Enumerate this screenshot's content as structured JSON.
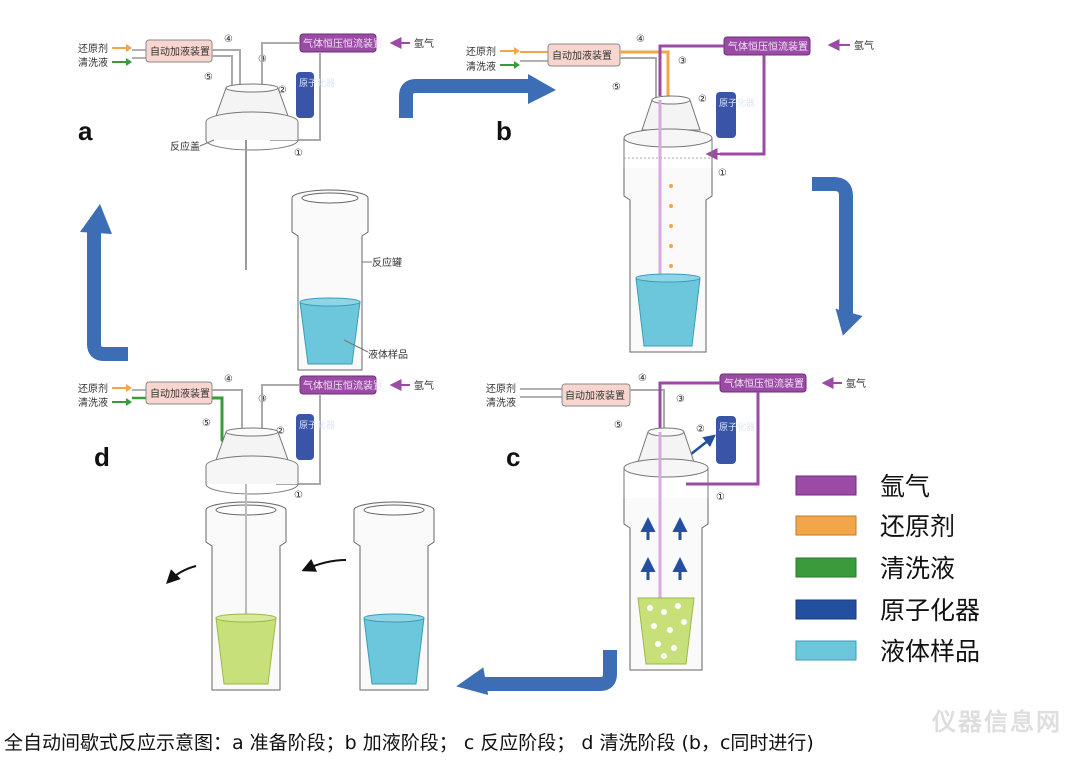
{
  "labels": {
    "reductant": "还原剂",
    "wash": "清洗液",
    "auto_dispenser": "自动加液装置",
    "gas_device": "气体恒压恒流装置",
    "argon": "氩气",
    "atomizer": "原子化器",
    "reaction_cap": "反应盖",
    "reaction_tank": "反应罐",
    "liquid_sample": "液体样品"
  },
  "numbers": [
    "①",
    "②",
    "③",
    "④",
    "⑤"
  ],
  "panels": [
    "a",
    "b",
    "c",
    "d"
  ],
  "legend": [
    {
      "label": "氩气",
      "color": "#9b4aa6"
    },
    {
      "label": "还原剂",
      "color": "#f2a64a"
    },
    {
      "label": "清洗液",
      "color": "#3a9b3a"
    },
    {
      "label": "原子化器",
      "color": "#234fa0"
    },
    {
      "label": "液体样品",
      "color": "#6cc7dd"
    }
  ],
  "caption": "全自动间歇式反应示意图：a 准备阶段；b 加液阶段； c 反应阶段； d 清洗阶段 (b，c同时进行)",
  "watermark": "仪器信息网",
  "colors": {
    "argon": "#9b4aa6",
    "reductant": "#f2a64a",
    "wash": "#3a9b3a",
    "atomizer": "#3a55a8",
    "sample": "#6cc7dd",
    "sample_used": "#c8e07a",
    "cycle_arrow": "#3d6db5",
    "dispenser_fill": "#f8d6cf"
  }
}
